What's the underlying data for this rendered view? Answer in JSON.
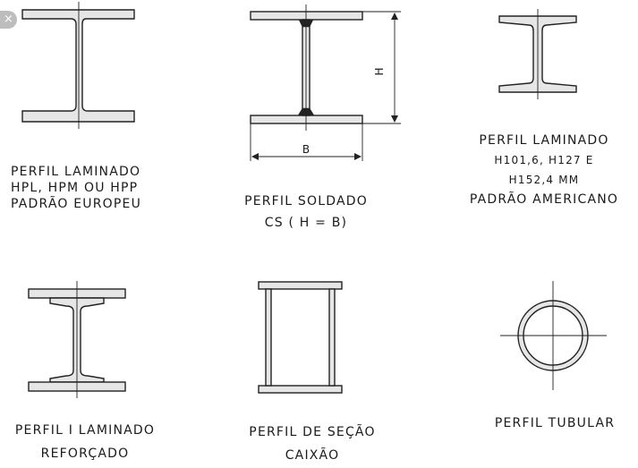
{
  "close_glyph": "×",
  "colors": {
    "fill": "#e6e6e6",
    "stroke": "#222222"
  },
  "sections": {
    "hpl": {
      "lines": [
        "PERFIL LAMINADO",
        "HPL, HPM OU HPP",
        "PADRÃO EUROPEU"
      ]
    },
    "cs": {
      "lines": [
        "PERFIL SOLDADO",
        "CS ( H = B)"
      ],
      "dim_h": "H",
      "dim_b": "B"
    },
    "american": {
      "lines": [
        "PERFIL LAMINADO",
        "H101,6, H127 E",
        "H152,4 mm",
        "PADRÃO AMERICANO"
      ]
    },
    "reinforced": {
      "lines": [
        "PERFIL I LAMINADO",
        "REFORÇADO"
      ]
    },
    "box": {
      "lines": [
        "PERFIL DE SEÇÃO",
        "CAIXÃO"
      ]
    },
    "tubular": {
      "lines": [
        "PERFIL TUBULAR"
      ]
    }
  }
}
